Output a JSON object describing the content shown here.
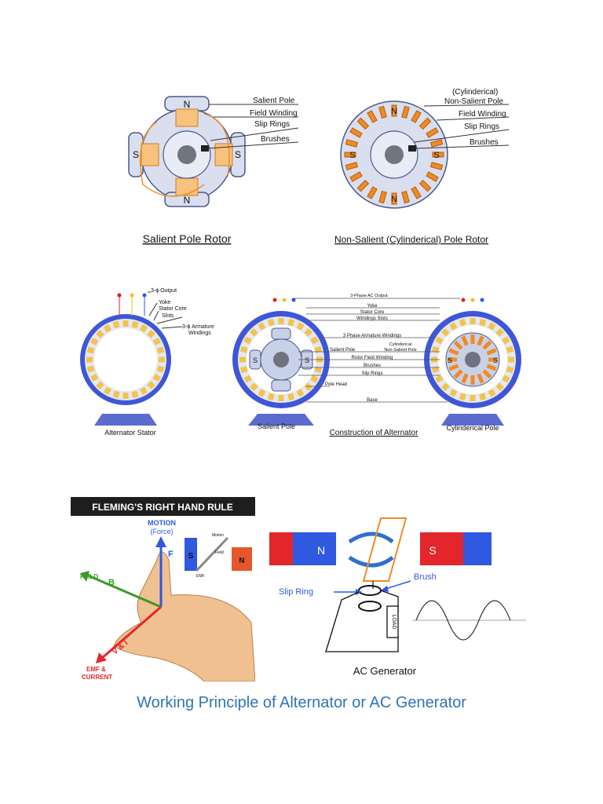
{
  "rotor": {
    "salient": {
      "title": "Salient Pole Rotor",
      "poles": [
        "N",
        "S",
        "S",
        "N"
      ],
      "labels": [
        "Salient Pole",
        "Field Winding",
        "Slip Rings",
        "Brushes"
      ]
    },
    "cylindrical": {
      "title": "Non-Salient (Cylinderical) Pole Rotor",
      "poles": [
        "N",
        "S",
        "S",
        "N"
      ],
      "labels": [
        "(Cylinderical)",
        "Non-Salient Pole",
        "Field Winding",
        "Slip Rings",
        "Brushes"
      ]
    }
  },
  "construction": {
    "stator_caption": "Alternator Stator",
    "stator_labels": [
      "3-ϕ Output",
      "Yoke",
      "Stator Core",
      "Slots",
      "3-ϕ Armature",
      "Windings"
    ],
    "center_labels": [
      "3-Phase AC Output",
      "Yoke",
      "Stator Core",
      "Windings Slots",
      "3 Phase Armature Windings",
      "Cylinderical",
      "Non-Salient Pole",
      "Salient Pole",
      "Rotor Field Winding",
      "Brushes",
      "Slip Rings",
      "Pole Head",
      "Base"
    ],
    "salient_caption": "Salient Pole",
    "title": "Construction of Alternator",
    "cylindrical_caption": "Cylinderical Pole",
    "salient_poles": [
      "S",
      "S"
    ],
    "cyl_poles": [
      "S",
      "S"
    ]
  },
  "fleming": {
    "title": "FLEMING'S RIGHT HAND RULE",
    "motion": "MOTION",
    "force": "(Force)",
    "f": "F",
    "field": "FIELD",
    "b": "B",
    "vi": "V & I",
    "emf": "EMF &",
    "current": "CURRENT",
    "inset_s": "S",
    "inset_n": "N",
    "inset_motion": "Motion",
    "inset_emf": "EMF",
    "inset_field": "Field"
  },
  "generator": {
    "magnet_left": "N",
    "magnet_right": "S",
    "slip_ring": "Slip Ring",
    "brush": "Brush",
    "load": "LOAD",
    "title": "AC Generator"
  },
  "caption": "Working Principle of Alternator or AC Generator",
  "colors": {
    "orange": "#f08a24",
    "steel": "#c8d3ea",
    "navy": "#2b3a8f",
    "red": "#e3262b",
    "blue": "#2f59e0",
    "caption_blue": "#2e75b6"
  }
}
